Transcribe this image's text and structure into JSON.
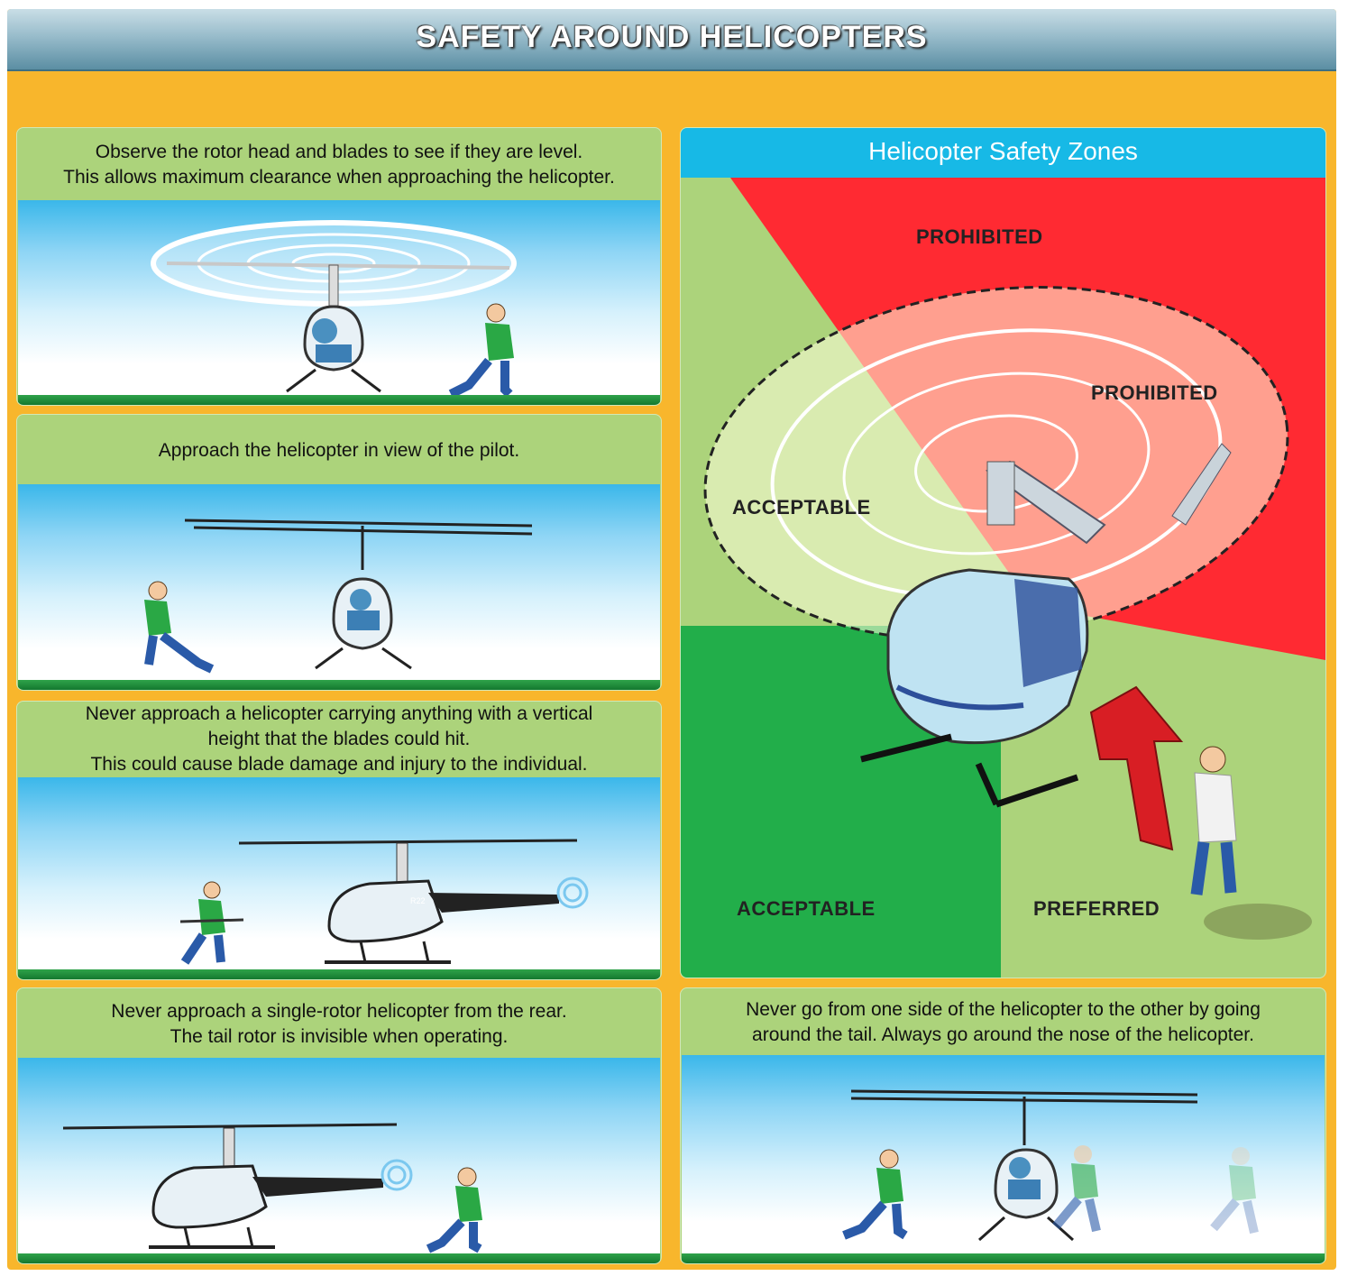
{
  "header": {
    "title": "SAFETY AROUND HELICOPTERS"
  },
  "panels": [
    {
      "caption_lines": [
        "Observe the rotor head and blades to see if they are level.",
        "This allows maximum clearance when approaching the helicopter."
      ]
    },
    {
      "caption_lines": [
        "Approach the helicopter in view of the pilot."
      ]
    },
    {
      "caption_lines": [
        "Never approach a helicopter carrying anything with a vertical",
        "height that the blades could hit.",
        "This could cause blade damage and injury to the individual."
      ]
    },
    {
      "caption_lines": [
        "Never approach a single-rotor helicopter from the rear.",
        "The tail rotor is invisible when operating."
      ]
    },
    {
      "caption_lines": [
        "Never go from one side of the helicopter to the other by going",
        "around the tail. Always go around the nose of the helicopter."
      ]
    }
  ],
  "zones": {
    "title": "Helicopter Safety Zones",
    "prohibited_rear": "PROHIBITED",
    "prohibited_tail": "PROHIBITED",
    "acceptable_upper": "ACCEPTABLE",
    "acceptable_lower": "ACCEPTABLE",
    "preferred": "PREFERRED"
  },
  "tail_marking": "R22",
  "colors": {
    "banner": "#f8b62c",
    "caption_green": "#acd37b",
    "zone_title_blue": "#17b9e6",
    "prohibited_red": "#ff2a32",
    "acceptable_light_green": "#acd37b",
    "acceptable_dark_green": "#22ae4a",
    "person_shirt": "#2aa845",
    "person_jeans": "#2a5aa8"
  }
}
